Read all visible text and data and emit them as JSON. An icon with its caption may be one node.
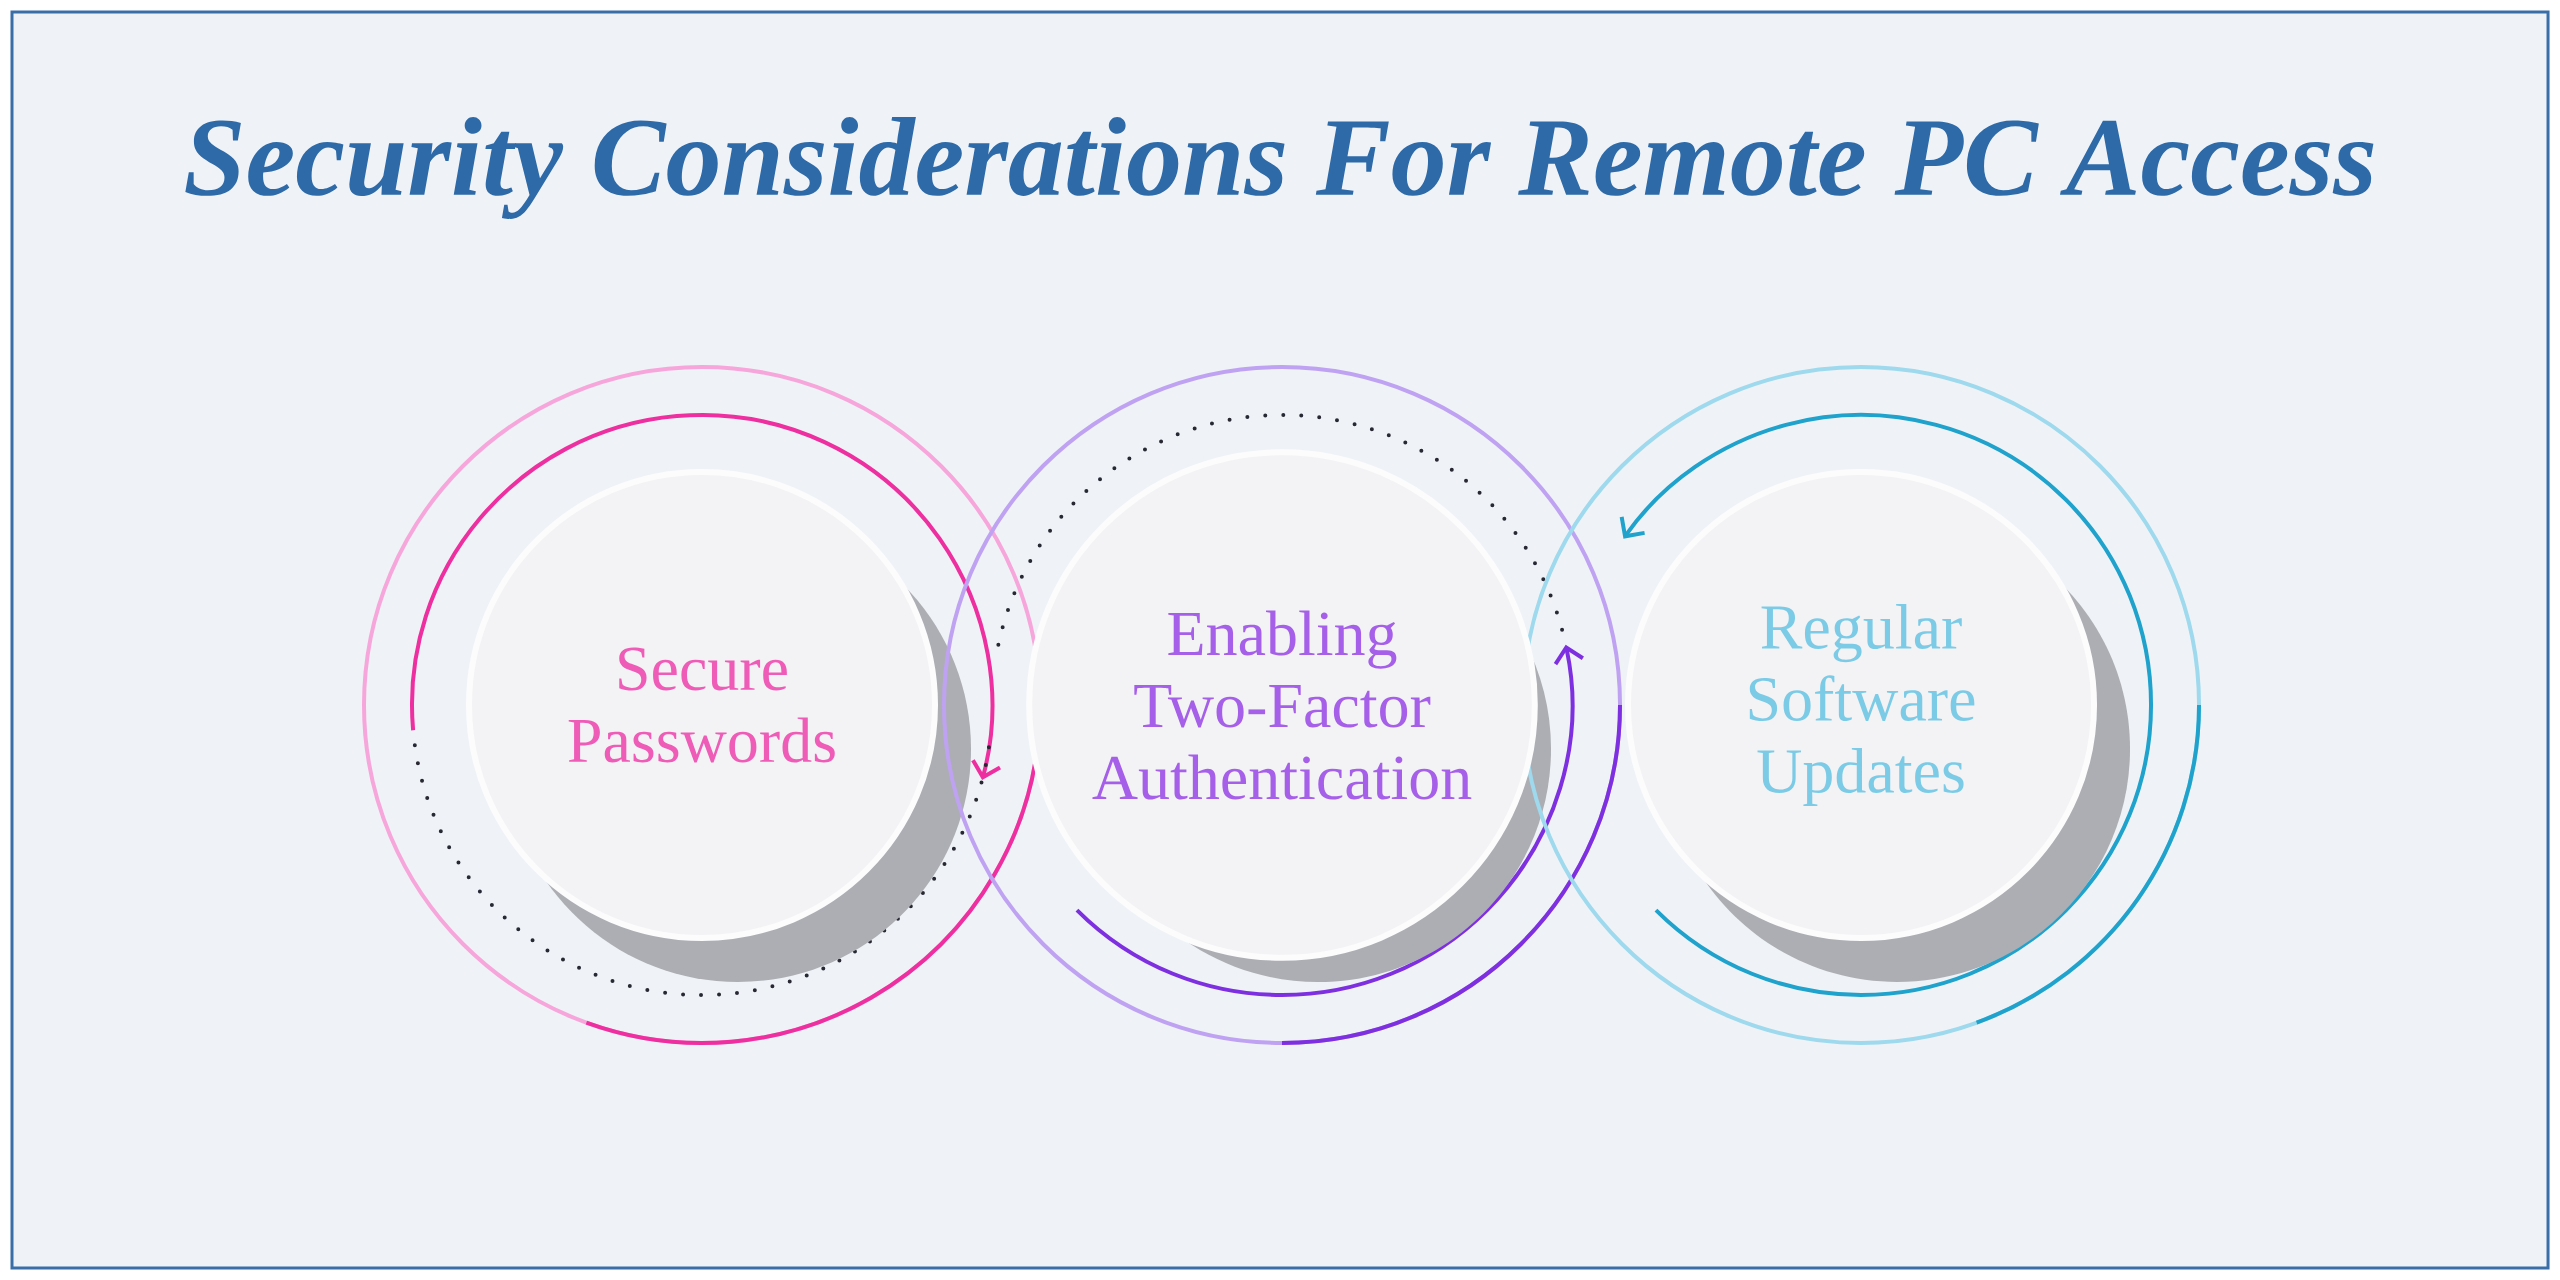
{
  "diagram": {
    "title": "Security Considerations For Remote PC Access",
    "nodes": [
      {
        "text": [
          "Secure Passwords"
        ]
      },
      {
        "text": [
          "Enabling Two-Factor Authentication"
        ]
      },
      {
        "text": [
          "Regular Software Updates"
        ]
      }
    ]
  }
}
